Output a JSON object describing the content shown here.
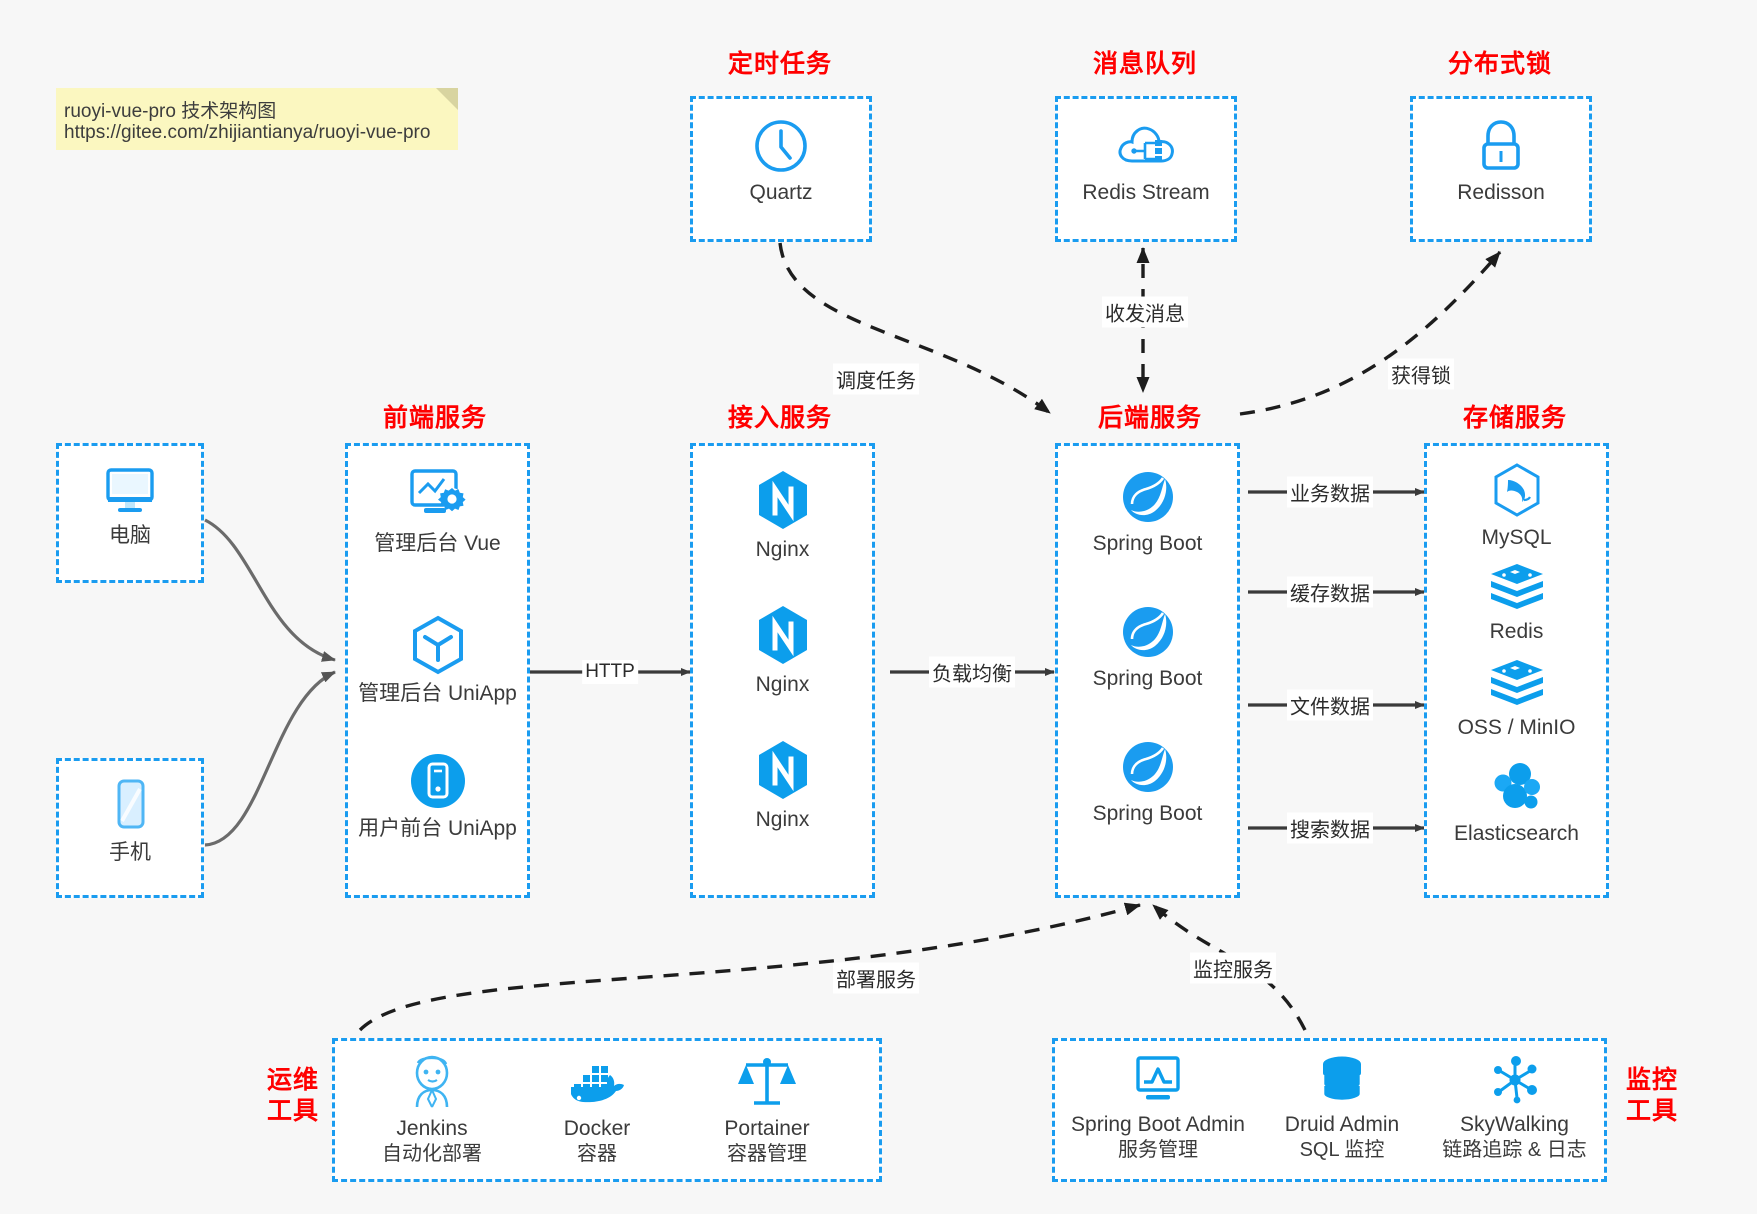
{
  "note": {
    "line1": "ruoyi-vue-pro 技术架构图",
    "line2": "https://gitee.com/zhijiantianya/ruoyi-vue-pro"
  },
  "colors": {
    "accent": "#1a9cf0",
    "group_title": "#ff0000",
    "node_label": "#3b3b3b",
    "edge": "#2b2b2b",
    "background": "#f7f7f7",
    "note_bg": "#fbf7c0"
  },
  "groups": {
    "scheduled_task": "定时任务",
    "message_queue": "消息队列",
    "distributed_lock": "分布式锁",
    "frontend_service": "前端服务",
    "gateway_service": "接入服务",
    "backend_service": "后端服务",
    "storage_service": "存储服务",
    "devops_tools": "运维\n工具",
    "devops_tools_l1": "运维",
    "devops_tools_l2": "工具",
    "monitor_tools_l1": "监控",
    "monitor_tools_l2": "工具"
  },
  "nodes": {
    "quartz": {
      "label": "Quartz",
      "icon": "clock-icon"
    },
    "redis_stream": {
      "label": "Redis Stream",
      "icon": "cloud-network-icon"
    },
    "redisson": {
      "label": "Redisson",
      "icon": "lock-icon"
    },
    "computer": {
      "label": "电脑",
      "icon": "desktop-monitor-icon"
    },
    "phone": {
      "label": "手机",
      "icon": "smartphone-icon"
    },
    "admin_vue": {
      "label": "管理后台 Vue",
      "icon": "dashboard-gear-icon"
    },
    "admin_uniapp": {
      "label": "管理后台 UniApp",
      "icon": "uniapp-hexagon-icon"
    },
    "user_uniapp": {
      "label": "用户前台 UniApp",
      "icon": "mobile-circle-icon"
    },
    "nginx1": {
      "label": "Nginx",
      "icon": "nginx-icon"
    },
    "nginx2": {
      "label": "Nginx",
      "icon": "nginx-icon"
    },
    "nginx3": {
      "label": "Nginx",
      "icon": "nginx-icon"
    },
    "springboot1": {
      "label": "Spring Boot",
      "icon": "spring-leaf-icon"
    },
    "springboot2": {
      "label": "Spring Boot",
      "icon": "spring-leaf-icon"
    },
    "springboot3": {
      "label": "Spring Boot",
      "icon": "spring-leaf-icon"
    },
    "mysql": {
      "label": "MySQL",
      "icon": "mysql-dolphin-icon"
    },
    "redis": {
      "label": "Redis",
      "icon": "redis-stack-icon"
    },
    "oss_minio": {
      "label": "OSS / MinIO",
      "icon": "redis-stack-icon"
    },
    "elasticsearch": {
      "label": "Elasticsearch",
      "icon": "elasticsearch-icon"
    },
    "jenkins": {
      "label": "Jenkins",
      "sublabel": "自动化部署",
      "icon": "jenkins-butler-icon"
    },
    "docker": {
      "label": "Docker",
      "sublabel": "容器",
      "icon": "docker-whale-icon"
    },
    "portainer": {
      "label": "Portainer",
      "sublabel": "容器管理",
      "icon": "portainer-scale-icon"
    },
    "sba": {
      "label": "Spring Boot Admin",
      "sublabel": "服务管理",
      "icon": "monitor-chart-icon"
    },
    "druid": {
      "label": "Druid Admin",
      "sublabel": "SQL 监控",
      "icon": "database-icon"
    },
    "skywalking": {
      "label": "SkyWalking",
      "sublabel": "链路追踪 & 日志",
      "icon": "skywalking-node-icon"
    }
  },
  "edges": {
    "http": "HTTP",
    "load_balance": "负载均衡",
    "schedule_task": "调度任务",
    "send_receive_message": "收发消息",
    "acquire_lock": "获得锁",
    "business_data": "业务数据",
    "cache_data": "缓存数据",
    "file_data": "文件数据",
    "search_data": "搜索数据",
    "deploy_service": "部署服务",
    "monitor_service": "监控服务"
  }
}
